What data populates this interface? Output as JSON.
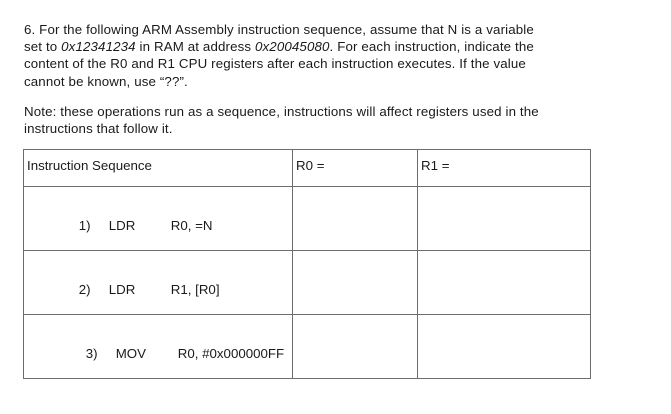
{
  "question": {
    "lines": [
      [
        {
          "t": "6. For the following ARM Assembly instruction sequence, assume that N is a variable",
          "i": false
        }
      ],
      [
        {
          "t": "set to ",
          "i": false
        },
        {
          "t": "0x12341234",
          "i": true
        },
        {
          "t": " in RAM at address ",
          "i": false
        },
        {
          "t": "0x20045080",
          "i": true
        },
        {
          "t": ". For each instruction, indicate the",
          "i": false
        }
      ],
      [
        {
          "t": "content of the R0 and R1 CPU registers after each instruction executes. If the value",
          "i": false
        }
      ],
      [
        {
          "t": "cannot be known, use “??”.",
          "i": false
        }
      ]
    ]
  },
  "note": {
    "lines": [
      "Note: these operations run as a sequence, instructions will affect registers used in the",
      "instructions that follow it."
    ]
  },
  "table": {
    "headers": {
      "instruction": "Instruction Sequence",
      "r0": "R0 =",
      "r1": "R1 ="
    },
    "rows": [
      {
        "num": "1)",
        "mnemonic": "LDR",
        "operands": "R0, =N",
        "r0": "",
        "r1": ""
      },
      {
        "num": "2)",
        "mnemonic": "LDR",
        "operands": "R1, [R0]",
        "r0": "",
        "r1": ""
      },
      {
        "num": "3)",
        "mnemonic": "MOV",
        "operands": "R0, #0x000000FF",
        "r0": "",
        "r1": ""
      }
    ]
  },
  "colors": {
    "text": "#1a1a1a",
    "border": "#6d6d6d",
    "background": "#ffffff"
  }
}
